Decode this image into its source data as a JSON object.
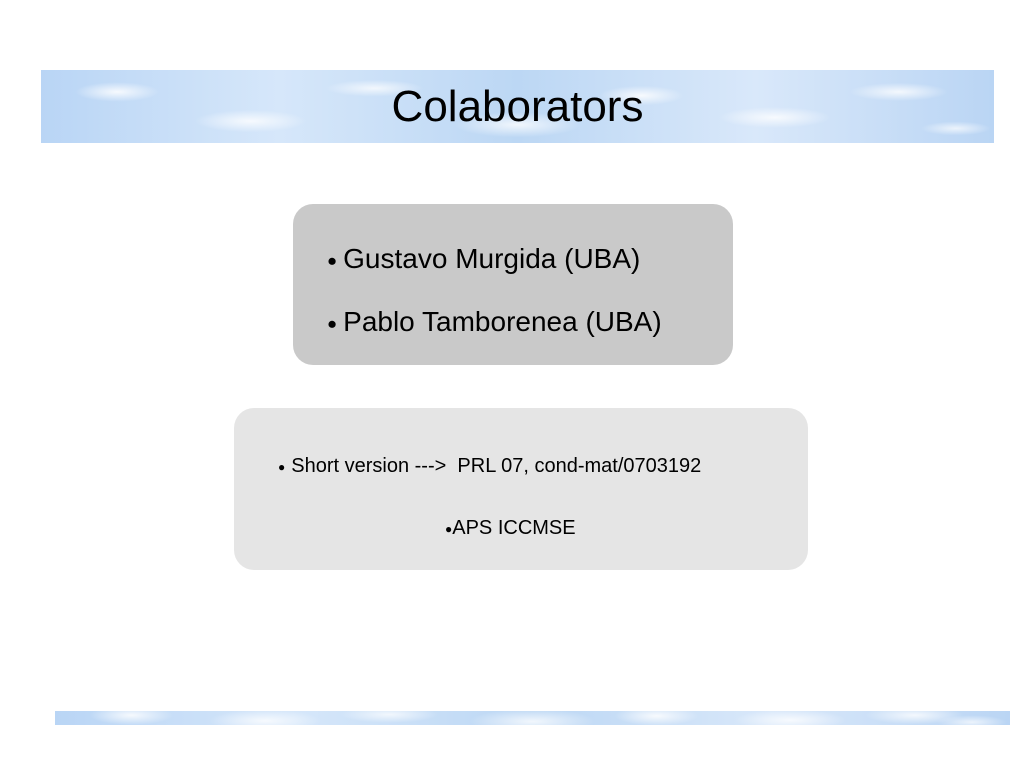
{
  "title": "Colaborators",
  "collaborators": [
    "Gustavo Murgida (UBA)",
    "Pablo Tamborenea (UBA)"
  ],
  "references": [
    "Short version --->  PRL 07, cond-mat/0703192",
    "APS ICCMSE"
  ],
  "bullet_glyph": "●"
}
